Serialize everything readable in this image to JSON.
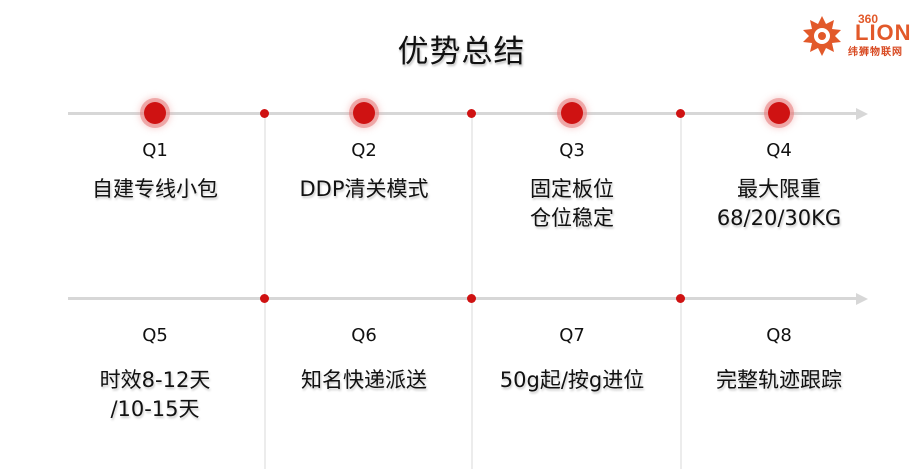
{
  "title": "优势总结",
  "logo": {
    "number": "360",
    "word": "LION",
    "subtitle": "纬狮物联网",
    "color": "#e2592a"
  },
  "accent_color": "#cf1212",
  "rows": [
    {
      "items": [
        {
          "q": "Q1",
          "lines": [
            "自建专线小包"
          ]
        },
        {
          "q": "Q2",
          "lines": [
            "DDP清关模式"
          ]
        },
        {
          "q": "Q3",
          "lines": [
            "固定板位",
            "仓位稳定"
          ]
        },
        {
          "q": "Q4",
          "lines": [
            "最大限重",
            "68/20/30KG"
          ]
        }
      ]
    },
    {
      "items": [
        {
          "q": "Q5",
          "lines": [
            "时效8-12天",
            "/10-15天"
          ]
        },
        {
          "q": "Q6",
          "lines": [
            "知名快递派送"
          ]
        },
        {
          "q": "Q7",
          "lines": [
            "50g起/按g进位"
          ]
        },
        {
          "q": "Q8",
          "lines": [
            "完整轨迹跟踪"
          ]
        }
      ]
    }
  ]
}
